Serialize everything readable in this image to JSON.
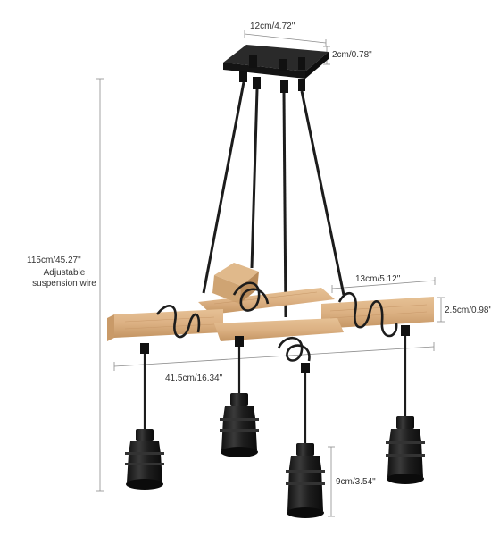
{
  "dimensions": {
    "canopy_width": "12cm/4.72\"",
    "canopy_height": "2cm/0.78\"",
    "total_height": "115cm/45.27\"",
    "adjustable_line1": "Adjustable",
    "adjustable_line2": "suspension wire",
    "inner_frame_width": "13cm/5.12\"",
    "beam_height": "2.5cm/0.98\"",
    "overall_width": "41.5cm/16.34\"",
    "socket_height": "9cm/3.54\""
  },
  "colors": {
    "metal": "#1c1c1c",
    "wood": "#dcb183",
    "wood_dark": "#c49563",
    "dim_line": "#8c8c8c",
    "text": "#333333"
  }
}
